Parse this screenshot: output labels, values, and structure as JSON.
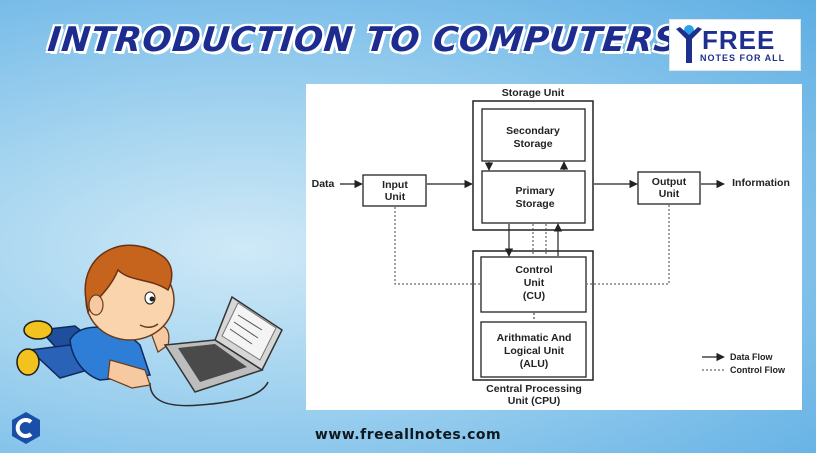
{
  "title": "INTRODUCTION TO COMPUTERS",
  "logo": {
    "main": "FREE",
    "sub": "NOTES FOR ALL"
  },
  "footer": "www.freeallnotes.com",
  "diagram": {
    "storage_unit": "Storage Unit",
    "secondary_storage": [
      "Secondary",
      "Storage"
    ],
    "primary_storage": [
      "Primary",
      "Storage"
    ],
    "input_unit": [
      "Input",
      "Unit"
    ],
    "output_unit": [
      "Output",
      "Unit"
    ],
    "data": "Data",
    "information": "Information",
    "control_unit": [
      "Control",
      "Unit",
      "(CU)"
    ],
    "alu": [
      "Arithmatic And",
      "Logical Unit",
      "(ALU)"
    ],
    "cpu": [
      "Central Processing",
      "Unit (CPU)"
    ],
    "legend": {
      "data_flow": "Data Flow",
      "control_flow": "Control Flow"
    }
  },
  "colors": {
    "title": "#1c2c8f",
    "logo": "#1e2f8d",
    "accent_badge": "#1a4fa8"
  }
}
